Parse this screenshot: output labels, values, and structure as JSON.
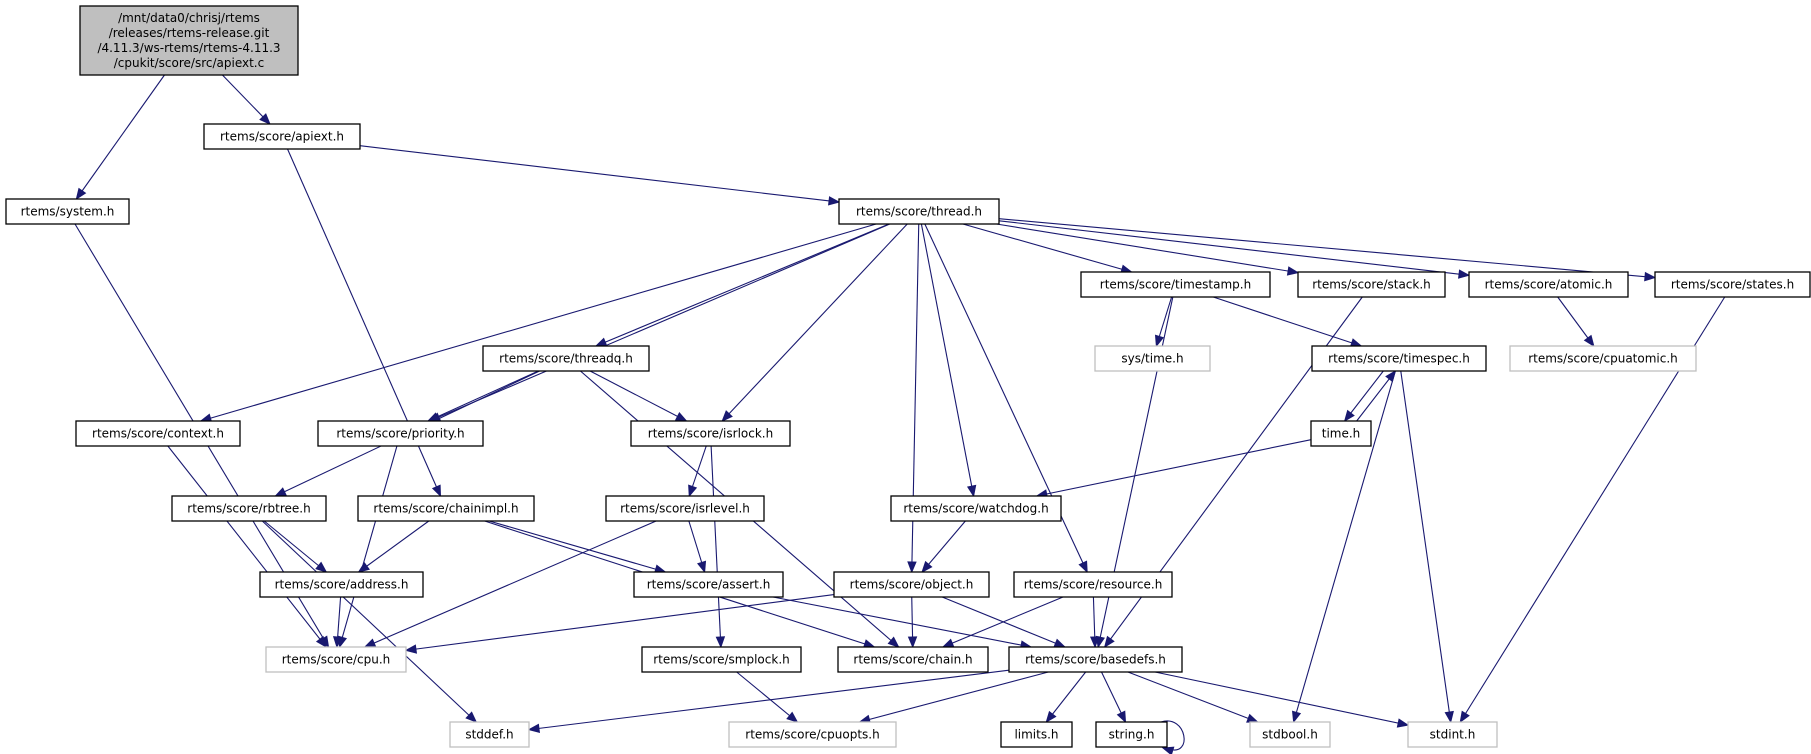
{
  "title": "Include dependency graph for apiext.c",
  "colors": {
    "edge": "#191970",
    "root_fill": "#bfbfbf",
    "external_border": "#bfbfbf",
    "node_border": "#000000"
  },
  "nodes": [
    {
      "id": "root",
      "label": [
        "/mnt/data0/chrisj/rtems",
        "/releases/rtems-release.git",
        "/4.11.3/ws-rtems/rtems-4.11.3",
        "/cpukit/score/src/apiext.c"
      ],
      "kind": "root"
    },
    {
      "id": "apiext",
      "label": [
        "rtems/score/apiext.h"
      ],
      "kind": "doc"
    },
    {
      "id": "system",
      "label": [
        "rtems/system.h"
      ],
      "kind": "doc"
    },
    {
      "id": "thread",
      "label": [
        "rtems/score/thread.h"
      ],
      "kind": "doc"
    },
    {
      "id": "timestamp",
      "label": [
        "rtems/score/timestamp.h"
      ],
      "kind": "doc"
    },
    {
      "id": "stack",
      "label": [
        "rtems/score/stack.h"
      ],
      "kind": "doc"
    },
    {
      "id": "atomic",
      "label": [
        "rtems/score/atomic.h"
      ],
      "kind": "doc"
    },
    {
      "id": "states",
      "label": [
        "rtems/score/states.h"
      ],
      "kind": "doc"
    },
    {
      "id": "systime",
      "label": [
        "sys/time.h"
      ],
      "kind": "ext"
    },
    {
      "id": "timespec",
      "label": [
        "rtems/score/timespec.h"
      ],
      "kind": "doc"
    },
    {
      "id": "cpuatomic",
      "label": [
        "rtems/score/cpuatomic.h"
      ],
      "kind": "ext"
    },
    {
      "id": "threadq",
      "label": [
        "rtems/score/threadq.h"
      ],
      "kind": "doc"
    },
    {
      "id": "context",
      "label": [
        "rtems/score/context.h"
      ],
      "kind": "doc"
    },
    {
      "id": "priority",
      "label": [
        "rtems/score/priority.h"
      ],
      "kind": "doc"
    },
    {
      "id": "isrlock",
      "label": [
        "rtems/score/isrlock.h"
      ],
      "kind": "doc"
    },
    {
      "id": "time",
      "label": [
        "time.h"
      ],
      "kind": "doc"
    },
    {
      "id": "rbtree",
      "label": [
        "rtems/score/rbtree.h"
      ],
      "kind": "doc"
    },
    {
      "id": "chainimpl",
      "label": [
        "rtems/score/chainimpl.h"
      ],
      "kind": "doc"
    },
    {
      "id": "isrlevel",
      "label": [
        "rtems/score/isrlevel.h"
      ],
      "kind": "doc"
    },
    {
      "id": "watchdog",
      "label": [
        "rtems/score/watchdog.h"
      ],
      "kind": "doc"
    },
    {
      "id": "address",
      "label": [
        "rtems/score/address.h"
      ],
      "kind": "doc"
    },
    {
      "id": "assert",
      "label": [
        "rtems/score/assert.h"
      ],
      "kind": "doc"
    },
    {
      "id": "object",
      "label": [
        "rtems/score/object.h"
      ],
      "kind": "doc"
    },
    {
      "id": "resource",
      "label": [
        "rtems/score/resource.h"
      ],
      "kind": "doc"
    },
    {
      "id": "cpu",
      "label": [
        "rtems/score/cpu.h"
      ],
      "kind": "ext"
    },
    {
      "id": "smplock",
      "label": [
        "rtems/score/smplock.h"
      ],
      "kind": "doc"
    },
    {
      "id": "chain",
      "label": [
        "rtems/score/chain.h"
      ],
      "kind": "doc"
    },
    {
      "id": "basedefs",
      "label": [
        "rtems/score/basedefs.h"
      ],
      "kind": "doc"
    },
    {
      "id": "stddef",
      "label": [
        "stddef.h"
      ],
      "kind": "ext"
    },
    {
      "id": "cpuopts",
      "label": [
        "rtems/score/cpuopts.h"
      ],
      "kind": "ext"
    },
    {
      "id": "limits",
      "label": [
        "limits.h"
      ],
      "kind": "doc"
    },
    {
      "id": "string",
      "label": [
        "string.h"
      ],
      "kind": "doc"
    },
    {
      "id": "stdbool",
      "label": [
        "stdbool.h"
      ],
      "kind": "ext"
    },
    {
      "id": "stdint",
      "label": [
        "stdint.h"
      ],
      "kind": "ext"
    }
  ],
  "edges": [
    [
      "root",
      "apiext"
    ],
    [
      "root",
      "system"
    ],
    [
      "apiext",
      "thread"
    ],
    [
      "apiext",
      "chainimpl"
    ],
    [
      "system",
      "cpu"
    ],
    [
      "thread",
      "timestamp"
    ],
    [
      "thread",
      "stack"
    ],
    [
      "thread",
      "atomic"
    ],
    [
      "thread",
      "states"
    ],
    [
      "thread",
      "threadq"
    ],
    [
      "thread",
      "context"
    ],
    [
      "thread",
      "priority"
    ],
    [
      "thread",
      "isrlock"
    ],
    [
      "thread",
      "object"
    ],
    [
      "thread",
      "watchdog"
    ],
    [
      "thread",
      "resource"
    ],
    [
      "timestamp",
      "systime"
    ],
    [
      "timestamp",
      "timespec"
    ],
    [
      "timestamp",
      "basedefs"
    ],
    [
      "stack",
      "basedefs"
    ],
    [
      "atomic",
      "cpuatomic"
    ],
    [
      "states",
      "stdint"
    ],
    [
      "timespec",
      "time"
    ],
    [
      "timespec",
      "stdbool"
    ],
    [
      "timespec",
      "stdint"
    ],
    [
      "time",
      "timespec"
    ],
    [
      "time",
      "watchdog"
    ],
    [
      "threadq",
      "priority"
    ],
    [
      "threadq",
      "isrlock"
    ],
    [
      "threadq",
      "rbtree"
    ],
    [
      "threadq",
      "chain"
    ],
    [
      "context",
      "cpu"
    ],
    [
      "priority",
      "cpu"
    ],
    [
      "isrlock",
      "isrlevel"
    ],
    [
      "isrlock",
      "smplock"
    ],
    [
      "rbtree",
      "address"
    ],
    [
      "rbtree",
      "stddef"
    ],
    [
      "chainimpl",
      "address"
    ],
    [
      "chainimpl",
      "assert"
    ],
    [
      "chainimpl",
      "chain"
    ],
    [
      "isrlevel",
      "assert"
    ],
    [
      "isrlevel",
      "cpu"
    ],
    [
      "watchdog",
      "object"
    ],
    [
      "address",
      "cpu"
    ],
    [
      "assert",
      "basedefs"
    ],
    [
      "object",
      "cpu"
    ],
    [
      "object",
      "chain"
    ],
    [
      "object",
      "basedefs"
    ],
    [
      "resource",
      "chain"
    ],
    [
      "resource",
      "basedefs"
    ],
    [
      "smplock",
      "cpuopts"
    ],
    [
      "basedefs",
      "stddef"
    ],
    [
      "basedefs",
      "cpuopts"
    ],
    [
      "basedefs",
      "limits"
    ],
    [
      "basedefs",
      "string"
    ],
    [
      "basedefs",
      "stdbool"
    ],
    [
      "basedefs",
      "stdint"
    ],
    [
      "string",
      "string"
    ]
  ]
}
